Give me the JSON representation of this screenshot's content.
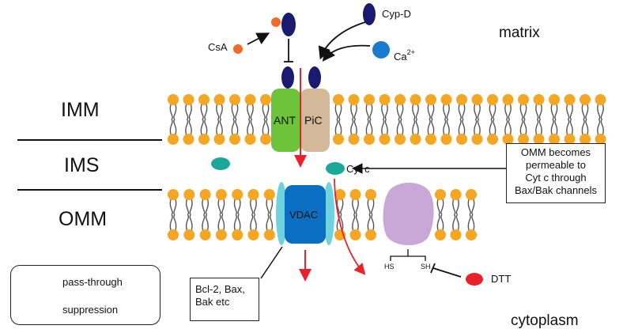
{
  "regions": {
    "imm": "IMM",
    "ims": "IMS",
    "omm": "OMM",
    "matrix": "matrix",
    "cytoplasm": "cytoplasm"
  },
  "proteins": {
    "ant": "ANT",
    "pic": "PiC",
    "vdac": "VDAC"
  },
  "molecules": {
    "csa": "CsA",
    "cypd": "Cyp-D",
    "ca": "Ca",
    "ca_charge": "2+",
    "cytc": "Cyt c",
    "dtt": "DTT",
    "hs": "HS",
    "sh": "SH"
  },
  "callouts": {
    "omm_note": [
      "OMM becomes",
      "permeable to",
      "Cyt c through",
      "Bax/Bak channels"
    ],
    "bcl_note": [
      "Bcl-2, Bax,",
      "Bak etc"
    ]
  },
  "legend": {
    "pass_through": "pass-through",
    "suppression": "suppression"
  },
  "colors": {
    "lipid_head": "#F5A623",
    "tail": "#555555",
    "ant": "#6DC43A",
    "pic": "#D4B89A",
    "vdac": "#0A6FC2",
    "bak_pore": "#6FD3DD",
    "bax_bak_blob": "#C9A8D8",
    "cypd": "#1A1A6E",
    "csa": "#F06A2A",
    "ca": "#1A7ACD",
    "cytc": "#1AA89A",
    "dtt": "#E8212B",
    "arrow_red": "#E8212B"
  }
}
